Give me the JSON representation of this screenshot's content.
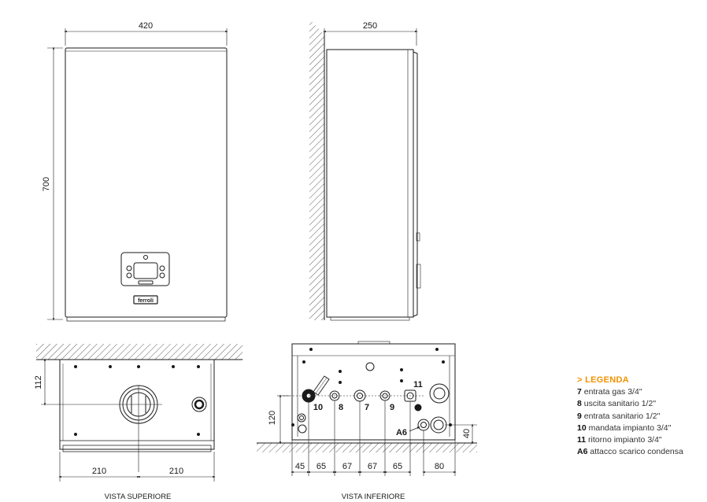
{
  "front": {
    "width": "420",
    "height": "700",
    "brand": "ferroli"
  },
  "side": {
    "depth": "250"
  },
  "top_view": {
    "dim_left": "210",
    "dim_right": "210",
    "dim_depth": "112",
    "caption": "VISTA SUPERIORE"
  },
  "bottom_view": {
    "caption": "VISTA INFERIORE",
    "dim_height": "120",
    "dim_condensa": "40",
    "dims_bottom": [
      "45",
      "65",
      "67",
      "67",
      "65",
      "80"
    ],
    "labels": {
      "c10": "10",
      "c8": "8",
      "c7": "7",
      "c9": "9",
      "c11": "11",
      "a6": "A6"
    }
  },
  "legend": {
    "title": "> LEGENDA",
    "items": [
      {
        "code": "7",
        "text": "entrata gas 3/4\""
      },
      {
        "code": "8",
        "text": "uscita sanitario 1/2\""
      },
      {
        "code": "9",
        "text": "entrata sanitario 1/2\""
      },
      {
        "code": "10",
        "text": "mandata impianto 3/4\""
      },
      {
        "code": "11",
        "text": "ritorno impianto 3/4\""
      },
      {
        "code": "A6",
        "text": "attacco scarico condensa"
      }
    ]
  },
  "colors": {
    "accent": "#f39200",
    "line": "#1a1a1a"
  }
}
